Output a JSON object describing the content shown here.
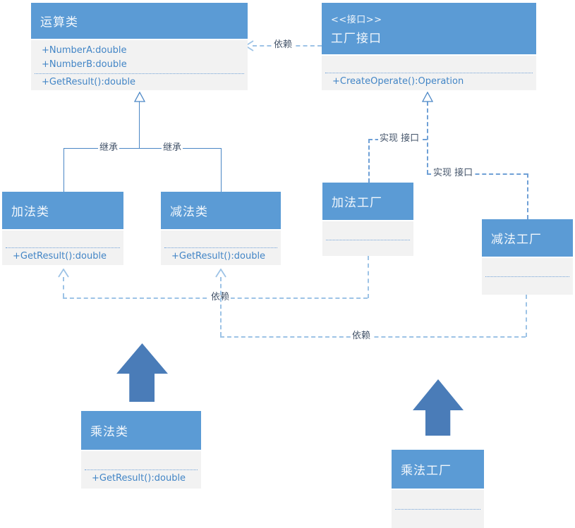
{
  "diagram": {
    "classes": {
      "operation": {
        "title": "运算类",
        "attr1": "+NumberA:double",
        "attr2": "+NumberB:double",
        "method": "+GetResult():double"
      },
      "factory_interface": {
        "stereotype": "<<接口>>",
        "title": "工厂接口",
        "method": "+CreateOperate():Operation"
      },
      "add_class": {
        "title": "加法类",
        "method": "+GetResult():double"
      },
      "sub_class": {
        "title": "减法类",
        "method": "+GetResult():double"
      },
      "add_factory": {
        "title": "加法工厂"
      },
      "sub_factory": {
        "title": "减法工厂"
      },
      "mul_class": {
        "title": "乘法类",
        "method": "+GetResult():double"
      },
      "mul_factory": {
        "title": "乘法工厂"
      }
    },
    "edge_labels": {
      "depend_top": "依赖",
      "inherit_left": "继承",
      "inherit_right": "继承",
      "realize_add": "实现 接口",
      "realize_sub": "实现 接口",
      "depend_add": "依赖",
      "depend_sub": "依赖"
    },
    "icons": {
      "inheritance_arrowhead": "hollow-triangle-up",
      "realization_arrowhead": "hollow-triangle-up",
      "dependency_arrowhead_left": "open-vee-left",
      "dependency_arrowhead_up": "open-vee-up",
      "block_arrow": "thick-up-arrow"
    },
    "colors": {
      "header_fill": "#5B9BD5",
      "body_fill": "#F2F2F2",
      "member_text": "#4285C6",
      "solid_line": "#4A86C5",
      "realize_line": "#6FA0D6",
      "depend_line": "#9DC3E6",
      "label_text": "#44546A",
      "block_arrow_fill": "#4A7CB8"
    }
  }
}
